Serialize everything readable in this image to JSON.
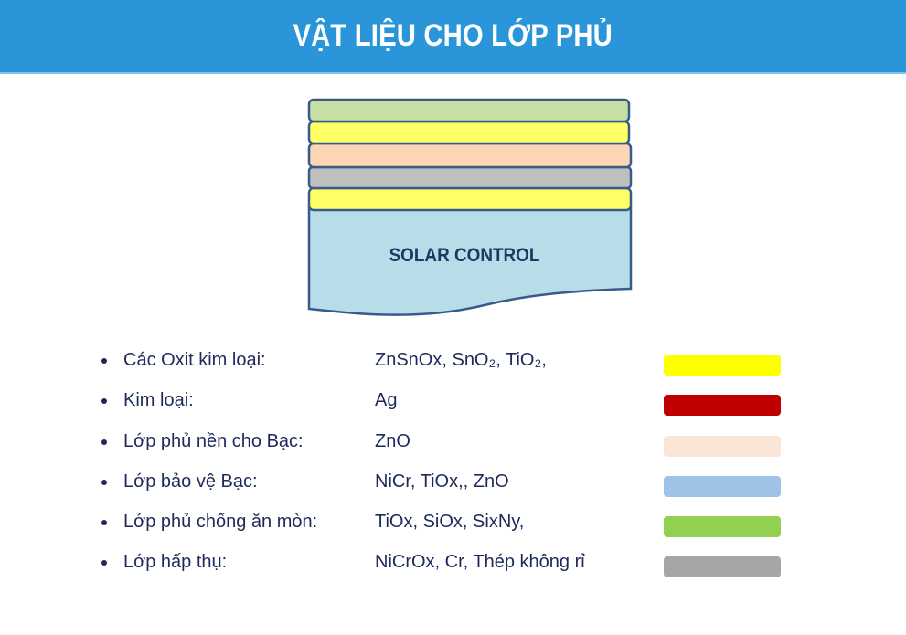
{
  "header": {
    "title": "VẬT LIỆU CHO LỚP PHỦ",
    "background_color": "#2a95d8"
  },
  "diagram": {
    "label": "SOLAR CONTROL",
    "layers_top_to_bottom": [
      {
        "name": "protective-layer",
        "color": "#c6e0a4"
      },
      {
        "name": "metal-oxide-layer",
        "color": "#ffff66"
      },
      {
        "name": "silver-base-layer",
        "color": "#fcd5b5"
      },
      {
        "name": "absorber-layer",
        "color": "#bfbfbf"
      },
      {
        "name": "metal-oxide-layer",
        "color": "#ffff66"
      }
    ],
    "substrate_color": "#b7dde8",
    "outline_color": "#3a5a8c"
  },
  "legend": {
    "items": [
      {
        "label": "Các Oxit kim loại:",
        "value": "ZnSnOx, SnO₂,  TiO₂,",
        "color": "#ffff00"
      },
      {
        "label": "Kim loại:",
        "value": "Ag",
        "color": "#c00000"
      },
      {
        "label": "Lớp phủ nền cho Bạc:",
        "value": "ZnO",
        "color": "#fbe5d6"
      },
      {
        "label": "Lớp bảo vệ Bạc:",
        "value": "NiCr, TiOx,, ZnO",
        "color": "#9dc3e6"
      },
      {
        "label": "Lớp phủ chống ăn mòn:",
        "value": "TiOx, SiOx, SixNy,",
        "color": "#92d050"
      },
      {
        "label": "Lớp hấp thụ:",
        "value": "NiCrOx, Cr, Thép không rỉ",
        "color": "#a6a6a6"
      }
    ]
  }
}
